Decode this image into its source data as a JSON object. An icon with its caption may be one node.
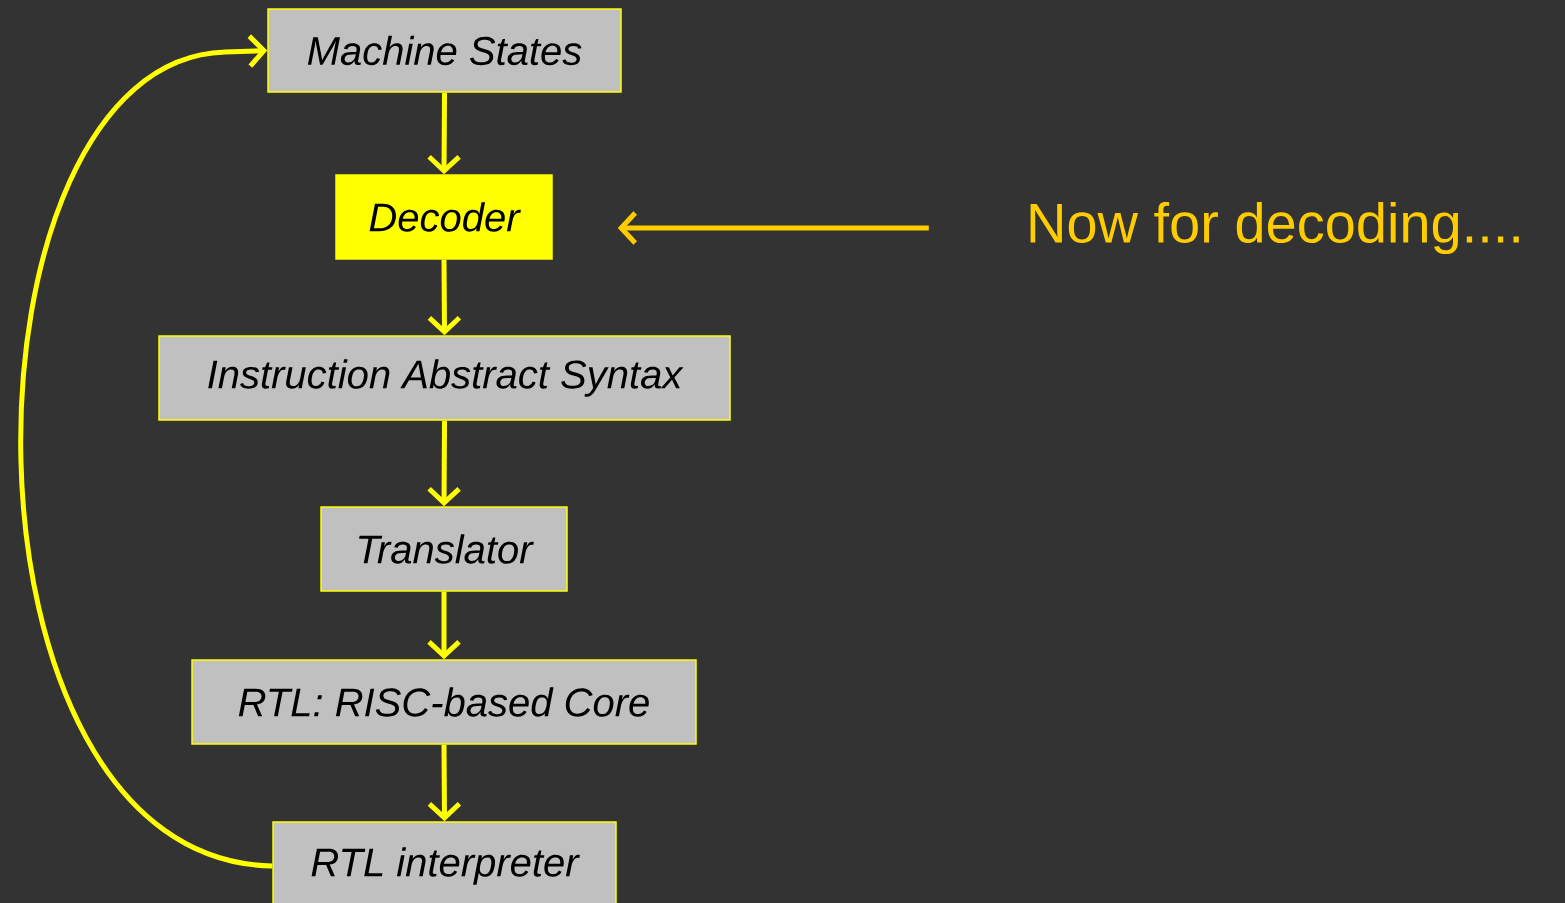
{
  "diagram": {
    "nodes": [
      {
        "text": [
          "Machine States"
        ]
      },
      {
        "text": [
          "Decoder"
        ]
      },
      {
        "text": [
          "Now for decoding...."
        ]
      },
      {
        "text": [
          "Instruction Abstract Syntax"
        ]
      },
      {
        "text": [
          "Translator"
        ]
      },
      {
        "text": [
          "RTL: RISC-based Core"
        ]
      },
      {
        "text": [
          "RTL interpreter"
        ]
      }
    ],
    "edges": [
      {
        "from": 0,
        "to": 1,
        "arrow": "to"
      },
      {
        "from": 1,
        "to": 3,
        "arrow": "to"
      },
      {
        "from": 3,
        "to": 4,
        "arrow": "to"
      },
      {
        "from": 4,
        "to": 5,
        "arrow": "to"
      },
      {
        "from": 5,
        "to": 6,
        "arrow": "to"
      },
      {
        "from": 6,
        "to": 0,
        "arrow": "to"
      },
      {
        "from": 2,
        "to": 1,
        "arrow": "to",
        "color": "#ffcc00"
      }
    ]
  }
}
